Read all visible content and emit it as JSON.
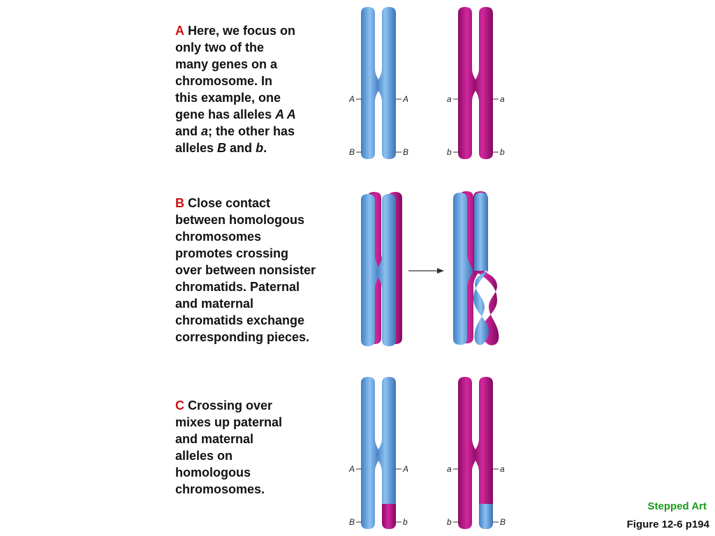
{
  "panels": {
    "a": {
      "letter": "A",
      "lines": [
        "Here, we focus on",
        "only two of the",
        "many genes on a",
        "chromosome. In",
        "this example, one"
      ],
      "line6_pre": "gene has alleles ",
      "line6_ital": "A A",
      "line7_pre": "and ",
      "line7_ital": "a",
      "line7_post": "; the other has",
      "line8_pre": "alleles ",
      "line8_ital1": "B",
      "line8_mid": " and ",
      "line8_ital2": "b",
      "line8_post": "."
    },
    "b": {
      "letter": "B",
      "lines": [
        "Close contact",
        "between homologous",
        "chromosomes",
        "promotes crossing",
        "over between nonsister",
        "chromatids. Paternal",
        "and maternal",
        "chromatids exchange",
        "corresponding pieces."
      ]
    },
    "c": {
      "letter": "C",
      "lines": [
        "Crossing over",
        "mixes up paternal",
        "and maternal",
        "alleles on",
        "homologous",
        "chromosomes."
      ]
    }
  },
  "allele_labels": {
    "A_upper": "A",
    "a_lower": "a",
    "B_upper": "B",
    "b_lower": "b"
  },
  "colors": {
    "paternal_blue": "#5b9bd5",
    "maternal_magenta": "#b0107f",
    "letter_red": "#cc1111",
    "stepped_green": "#1a9a1a"
  },
  "footer": {
    "stepped": "Stepped Art",
    "figure": "Figure 12-6 p194"
  }
}
